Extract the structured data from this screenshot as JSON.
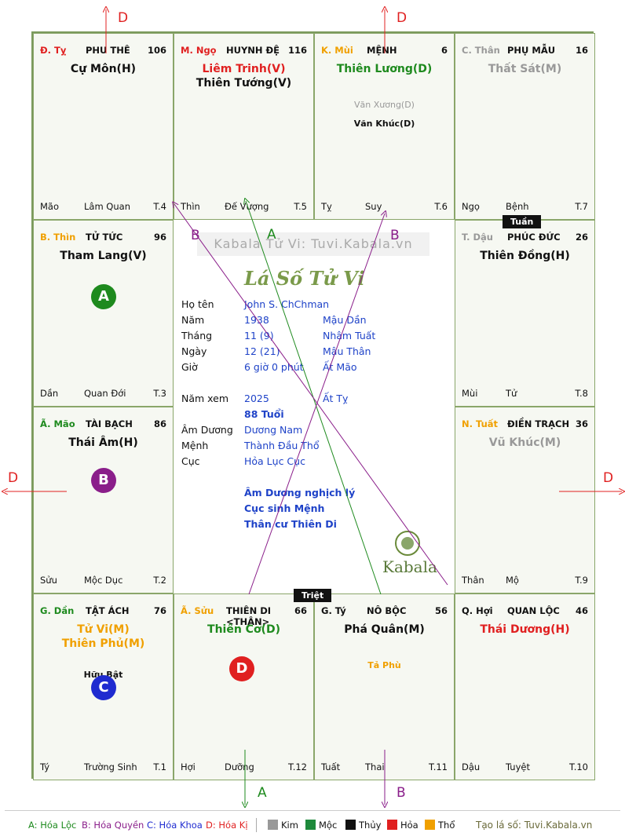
{
  "palaces": [
    {
      "branch": "Đ. Tỵ",
      "branch_color": "#e02020",
      "name": "PHU THÊ",
      "num": "106",
      "stars": [
        {
          "t": "Cự Môn(H)",
          "c": "#111"
        }
      ],
      "minors": [],
      "foot": [
        "Mão",
        "Lâm Quan",
        "T.4"
      ]
    },
    {
      "branch": "M. Ngọ",
      "branch_color": "#e02020",
      "name": "HUYNH ĐỆ",
      "num": "116",
      "stars": [
        {
          "t": "Liêm Trinh(V)",
          "c": "#e02020"
        },
        {
          "t": "Thiên Tướng(V)",
          "c": "#111"
        }
      ],
      "minors": [],
      "foot": [
        "Thìn",
        "Đế Vượng",
        "T.5"
      ]
    },
    {
      "branch": "K. Mùi",
      "branch_color": "#f0a000",
      "name": "MỆNH",
      "num": "6",
      "stars": [
        {
          "t": "Thiên Lương(D)",
          "c": "#1e8a1e"
        }
      ],
      "minors": [
        {
          "t": "Văn Xương(D)",
          "c": "#999"
        },
        {
          "t": "Văn Khúc(D)",
          "c": "#111"
        }
      ],
      "foot": [
        "Tỵ",
        "Suy",
        "T.6"
      ]
    },
    {
      "branch": "C. Thân",
      "branch_color": "#999",
      "name": "PHỤ MẪU",
      "num": "16",
      "stars": [
        {
          "t": "Thất Sát(M)",
          "c": "#999"
        }
      ],
      "minors": [],
      "foot": [
        "Ngọ",
        "Bệnh",
        "T.7"
      ]
    },
    {
      "branch": "B. Thìn",
      "branch_color": "#f0a000",
      "name": "TỬ TỨC",
      "num": "96",
      "stars": [
        {
          "t": "Tham Lang(V)",
          "c": "#111"
        }
      ],
      "minors": [],
      "foot": [
        "Dần",
        "Quan Đới",
        "T.3"
      ]
    },
    {
      "branch": "T. Dậu",
      "branch_color": "#999",
      "name": "PHÚC ĐỨC",
      "num": "26",
      "stars": [
        {
          "t": "Thiên Đồng(H)",
          "c": "#111"
        }
      ],
      "minors": [],
      "foot": [
        "Mùi",
        "Tử",
        "T.8"
      ]
    },
    {
      "branch": "Ã. Mão",
      "branch_color": "#1e8a1e",
      "name": "TÀI BẠCH",
      "num": "86",
      "stars": [
        {
          "t": "Thái Âm(H)",
          "c": "#111"
        }
      ],
      "minors": [],
      "foot": [
        "Sửu",
        "Mộc Dục",
        "T.2"
      ]
    },
    {
      "branch": "N. Tuất",
      "branch_color": "#f0a000",
      "name": "ĐIỀN TRẠCH",
      "num": "36",
      "stars": [
        {
          "t": "Vũ Khúc(M)",
          "c": "#999"
        }
      ],
      "minors": [],
      "foot": [
        "Thân",
        "Mộ",
        "T.9"
      ]
    },
    {
      "branch": "G. Dần",
      "branch_color": "#1e8a1e",
      "name": "TẬT ÁCH",
      "num": "76",
      "stars": [
        {
          "t": "Tử Vi(M)",
          "c": "#f0a000"
        },
        {
          "t": "Thiên Phủ(M)",
          "c": "#f0a000"
        }
      ],
      "minors": [
        {
          "t": "Hữu Bật",
          "c": "#111"
        }
      ],
      "foot": [
        "Tý",
        "Trường Sinh",
        "T.1"
      ]
    },
    {
      "branch": "Ã. Sửu",
      "branch_color": "#f0a000",
      "name": "THIÊN DI <THÂN>",
      "num": "66",
      "stars": [
        {
          "t": "Thiên Cơ(D)",
          "c": "#1e8a1e"
        }
      ],
      "minors": [],
      "foot": [
        "Hợi",
        "Dưỡng",
        "T.12"
      ]
    },
    {
      "branch": "G. Tý",
      "branch_color": "#111",
      "name": "NÔ BỘC",
      "num": "56",
      "stars": [
        {
          "t": "Phá Quân(M)",
          "c": "#111"
        }
      ],
      "minors": [
        {
          "t": "Tả Phù",
          "c": "#f0a000"
        }
      ],
      "foot": [
        "Tuất",
        "Thai",
        "T.11"
      ]
    },
    {
      "branch": "Q. Hợi",
      "branch_color": "#111",
      "name": "QUAN LỘC",
      "num": "46",
      "stars": [
        {
          "t": "Thái Dương(H)",
          "c": "#e02020"
        }
      ],
      "minors": [],
      "foot": [
        "Dậu",
        "Tuyệt",
        "T.10"
      ]
    }
  ],
  "tags": {
    "tuan": "Tuần",
    "triet": "Triệt"
  },
  "circles": {
    "a": "A",
    "b": "B",
    "c": "C",
    "d": "D"
  },
  "center": {
    "watermark": "Kabala Tử Vi: Tuvi.Kabala.vn",
    "title": "Lá Số Tử Vi",
    "logo": "Kabala",
    "rows": [
      {
        "label": "Họ tên",
        "v1": "John S. ChChman",
        "v2": ""
      },
      {
        "label": "Năm",
        "v1": "1938",
        "v2": "Mậu Dần"
      },
      {
        "label": "Tháng",
        "v1": "11 (9)",
        "v2": "Nhâm Tuất"
      },
      {
        "label": "Ngày",
        "v1": "12 (21)",
        "v2": "Mậu Thân"
      },
      {
        "label": "Giờ",
        "v1": "6 giờ 0 phút",
        "v2": "Ất Mão"
      }
    ],
    "year_view": {
      "label": "Năm xem",
      "v1": "2025",
      "v2": "Ất Tỵ",
      "age": "88 Tuổi"
    },
    "rows2": [
      {
        "label": "Âm Dương",
        "v1": "Dương Nam"
      },
      {
        "label": "Mệnh",
        "v1": "Thành Đầu Thổ"
      },
      {
        "label": "Cục",
        "v1": "Hỏa Lục Cục"
      }
    ],
    "notes": [
      "Âm Dương nghịch lý",
      "Cục sinh Mệnh",
      "Thân cư Thiên Di"
    ]
  },
  "arrow_labels": {
    "d": "D",
    "a": "A",
    "b": "B"
  },
  "legend": {
    "a": "A: Hóa Lộc",
    "b": "B: Hóa Quyền",
    "c": "C: Hóa Khoa",
    "d": "D: Hóa Kị",
    "kim": "Kim",
    "moc": "Mộc",
    "thuy": "Thủy",
    "hoa": "Hỏa",
    "tho": "Thổ",
    "site": "Tạo lá số: Tuvi.Kabala.vn"
  },
  "colors": {
    "a": "#1e8a1e",
    "b": "#8a1e8a",
    "c": "#1f2bd0",
    "d": "#e02020",
    "kim": "#999999",
    "moc": "#1e8a3c",
    "thuy": "#111111",
    "hoa": "#e02020",
    "tho": "#f0a000"
  }
}
